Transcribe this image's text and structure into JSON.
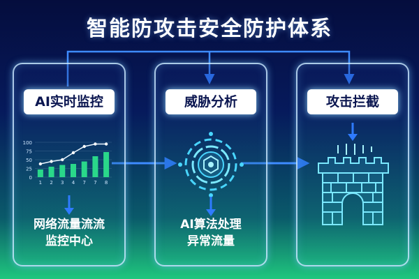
{
  "title": "智能防攻击安全防护体系",
  "panels": [
    {
      "header": "AI实时监控",
      "caption_lines": [
        "网络流量流流",
        "监控中心"
      ]
    },
    {
      "header": "威胁分析",
      "caption_lines": [
        "AI算法处理",
        "异常流量"
      ]
    },
    {
      "header": "攻击拦截",
      "caption_lines": []
    }
  ],
  "mini_chart": {
    "y_ticks": [
      "100",
      "75",
      "50",
      "25",
      "0"
    ],
    "x_ticks": [
      "1",
      "2",
      "3",
      "4",
      "7",
      "7",
      "8"
    ],
    "bars": [
      22,
      30,
      35,
      38,
      45,
      60,
      72
    ],
    "line": [
      38,
      45,
      50,
      70,
      88,
      95,
      95
    ]
  },
  "colors": {
    "accent": "#2f7bff",
    "bar": "#2ad88a",
    "panel_border": "#cfe8ff",
    "glow": "#49d6ff"
  }
}
